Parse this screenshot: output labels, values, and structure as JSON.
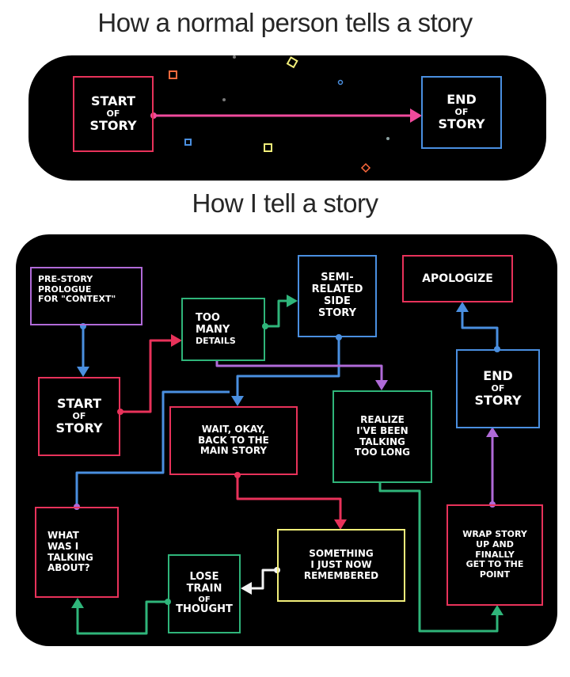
{
  "headings": {
    "normal": "How a normal person tells a story",
    "me": "How I tell a story"
  },
  "normal_flow": {
    "start": [
      "START",
      "OF",
      "STORY"
    ],
    "end": [
      "END",
      "OF",
      "STORY"
    ]
  },
  "my_flow": {
    "prologue": [
      "PRE-STORY",
      "PROLOGUE",
      "FOR \"CONTEXT\""
    ],
    "start": [
      "START",
      "OF",
      "STORY"
    ],
    "too_many_details": [
      "TOO",
      "MANY",
      "DETAILS"
    ],
    "side_story": [
      "SEMI-",
      "RELATED",
      "SIDE",
      "STORY"
    ],
    "apologize": [
      "APOLOGIZE"
    ],
    "end": [
      "END",
      "OF",
      "STORY"
    ],
    "back_to_main": [
      "WAIT, OKAY,",
      "BACK TO THE",
      "MAIN STORY"
    ],
    "realize": [
      "REALIZE",
      "I'VE BEEN",
      "TALKING",
      "TOO LONG"
    ],
    "what_was_i": [
      "WHAT",
      "WAS I",
      "TALKING",
      "ABOUT?"
    ],
    "lose_train": [
      "LOSE",
      "TRAIN",
      "OF",
      "THOUGHT"
    ],
    "remembered": [
      "SOMETHING",
      "I JUST NOW",
      "REMEMBERED"
    ],
    "wrap_up": [
      "WRAP STORY",
      "UP AND",
      "FINALLY",
      "GET TO THE",
      "POINT"
    ]
  },
  "colors": {
    "red": "#e8325a",
    "blue": "#4a8fe0",
    "green": "#2fb57a",
    "purple": "#b06ad8",
    "yellow": "#f2ef7a",
    "white": "#f4f4f4",
    "pink": "#f04a9c",
    "orange": "#ff6a3d"
  }
}
